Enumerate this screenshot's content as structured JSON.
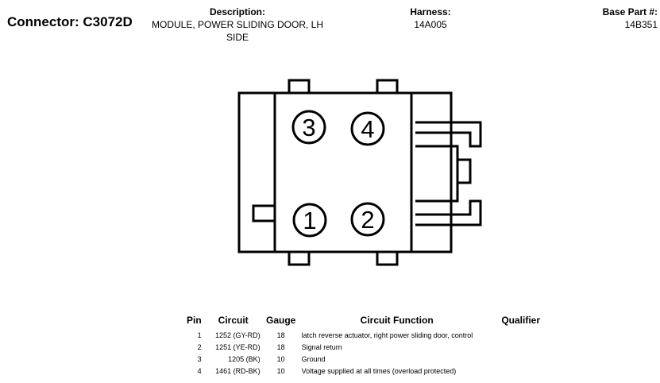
{
  "header": {
    "connector": "Connector: C3072D",
    "description_label": "Description:",
    "description_value": "MODULE, POWER SLIDING DOOR, LH SIDE",
    "harness_label": "Harness:",
    "harness_value": "14A005",
    "base_label": "Base Part #:",
    "base_value": "14B351"
  },
  "diagram": {
    "cavities": [
      "1",
      "2",
      "3",
      "4"
    ]
  },
  "table": {
    "headers": [
      "Pin",
      "Circuit",
      "Gauge",
      "Circuit Function",
      "Qualifier"
    ],
    "rows": [
      {
        "pin": "1",
        "circuit": "1252 (GY-RD)",
        "gauge": "18",
        "function": "latch reverse actuator, right power sliding door, control",
        "qualifier": ""
      },
      {
        "pin": "2",
        "circuit": "1251 (YE-RD)",
        "gauge": "18",
        "function": "Signal return",
        "qualifier": ""
      },
      {
        "pin": "3",
        "circuit": "1205 (BK)",
        "gauge": "10",
        "function": "Ground",
        "qualifier": ""
      },
      {
        "pin": "4",
        "circuit": "1461 (RD-BK)",
        "gauge": "10",
        "function": "Voltage supplied at all times (overload protected)",
        "qualifier": ""
      }
    ]
  }
}
